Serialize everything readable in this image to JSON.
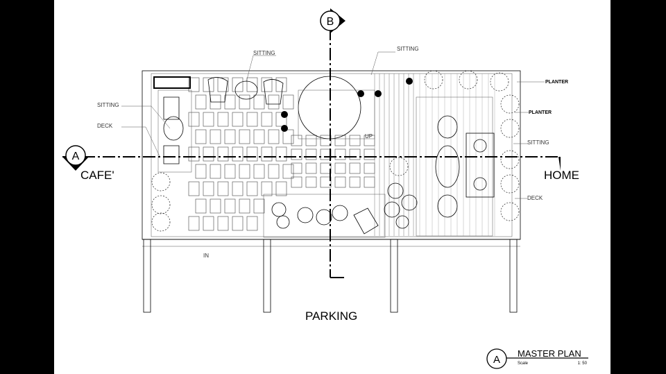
{
  "drawing": {
    "section_markers": {
      "a": "A",
      "b": "B"
    },
    "labels": {
      "cafe": "CAFE'",
      "home": "HOME",
      "parking": "PARKING",
      "sitting_left": "SITTING",
      "deck_left": "DECK",
      "sitting_top_left": "SITTING",
      "sitting_top_right": "SITTING",
      "planter_1": "PLANTER",
      "planter_2": "PLANTER",
      "sitting_right": "SITTING",
      "deck_right": "DECK",
      "in": "IN",
      "up": "UP"
    }
  },
  "title_block": {
    "marker": "A",
    "title": "MASTER PLAN",
    "scale_label": "Scale",
    "scale_value": "1: 50"
  }
}
